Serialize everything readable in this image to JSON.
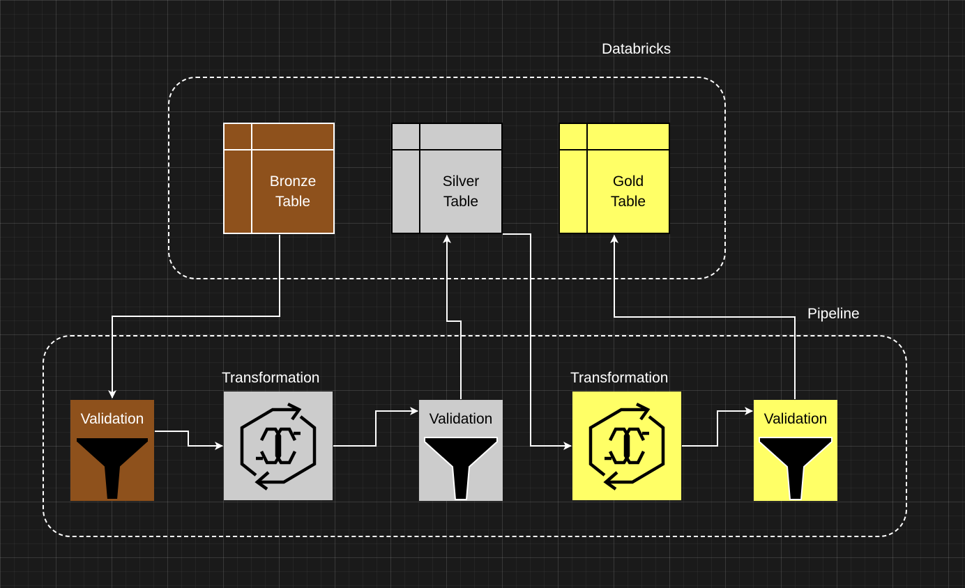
{
  "groups": {
    "databricks": {
      "label": "Databricks"
    },
    "pipeline": {
      "label": "Pipeline"
    }
  },
  "tables": {
    "bronze": {
      "label": "Bronze\nTable",
      "fill": "#8e511c",
      "line": "#ffffff",
      "text": "#ffffff"
    },
    "silver": {
      "label": "Silver\nTable",
      "fill": "#cccccc",
      "line": "#000000",
      "text": "#000000"
    },
    "gold": {
      "label": "Gold\nTable",
      "fill": "#ffff66",
      "line": "#000000",
      "text": "#000000"
    }
  },
  "pipeline": {
    "validation_bronze": {
      "label": "Validation",
      "fill": "#8e511c",
      "text": "#ffffff",
      "funnel_stroke": "#8e511c",
      "icon": "funnel-icon"
    },
    "transformation_silver": {
      "label": "Transformation",
      "fill": "#cccccc",
      "icon": "transform-cycle-icon"
    },
    "validation_silver": {
      "label": "Validation",
      "fill": "#cccccc",
      "text": "#000000",
      "funnel_stroke": "#ffffff",
      "icon": "funnel-icon"
    },
    "transformation_gold": {
      "label": "Transformation",
      "fill": "#ffff66",
      "icon": "transform-cycle-icon"
    },
    "validation_gold": {
      "label": "Validation",
      "fill": "#ffff66",
      "text": "#000000",
      "funnel_stroke": "#ffffff",
      "icon": "funnel-icon"
    }
  },
  "colors": {
    "background": "#1a1a1a",
    "edge": "#ffffff",
    "icon": "#000000"
  }
}
